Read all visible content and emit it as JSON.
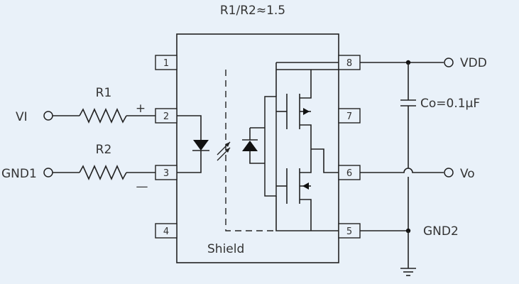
{
  "title": "R1/R2≈1.5",
  "labels": {
    "vi": "VI",
    "gnd1": "GND1",
    "r1": "R1",
    "r2": "R2",
    "plus": "+",
    "minus": "—",
    "vdd": "VDD",
    "co": "Co=0.1μF",
    "vo": "Vo",
    "gnd2": "GND2",
    "shield": "Shield"
  },
  "pins": [
    "1",
    "2",
    "3",
    "4",
    "5",
    "6",
    "7",
    "8"
  ]
}
